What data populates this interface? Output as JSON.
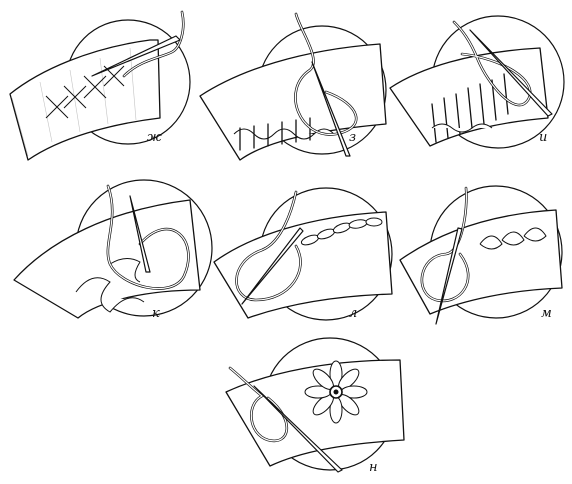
{
  "panels": [
    {
      "key": "zh",
      "label": "ж"
    },
    {
      "key": "z",
      "label": "з"
    },
    {
      "key": "i",
      "label": "и"
    },
    {
      "key": "k",
      "label": "к"
    },
    {
      "key": "l",
      "label": "л"
    },
    {
      "key": "m",
      "label": "м"
    },
    {
      "key": "n",
      "label": "н"
    }
  ]
}
